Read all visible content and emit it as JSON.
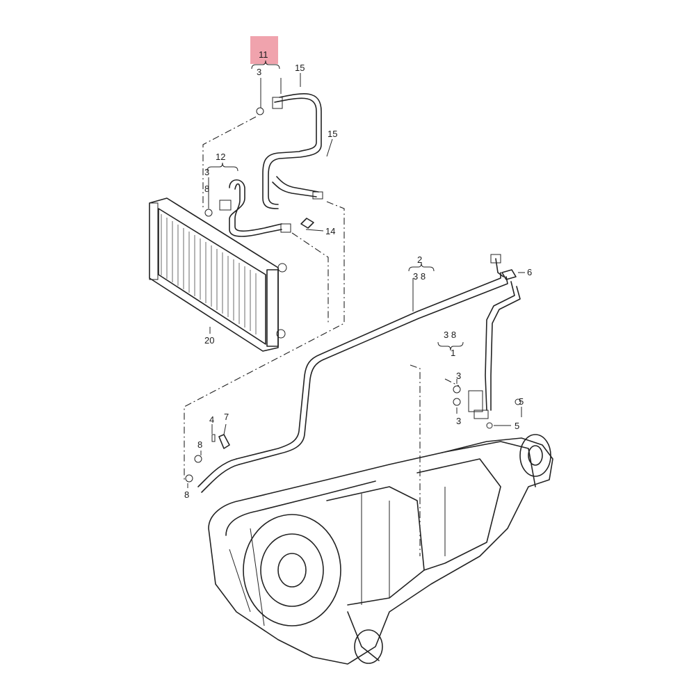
{
  "highlight_color": "#f0a3ad",
  "labels": {
    "l11": "11",
    "l3a": "3",
    "l15a": "15",
    "l15b": "15",
    "l12": "12",
    "l3b": "3",
    "l8a": "8",
    "l14": "14",
    "l20": "20",
    "l2": "2",
    "l38a": "3 8",
    "l6": "6",
    "l38b": "3 8",
    "l1": "1",
    "l3c": "3",
    "l3d": "3",
    "l5a": "5",
    "l5b": "5",
    "l4": "4",
    "l7": "7",
    "l8b": "8",
    "l8c": "8"
  }
}
